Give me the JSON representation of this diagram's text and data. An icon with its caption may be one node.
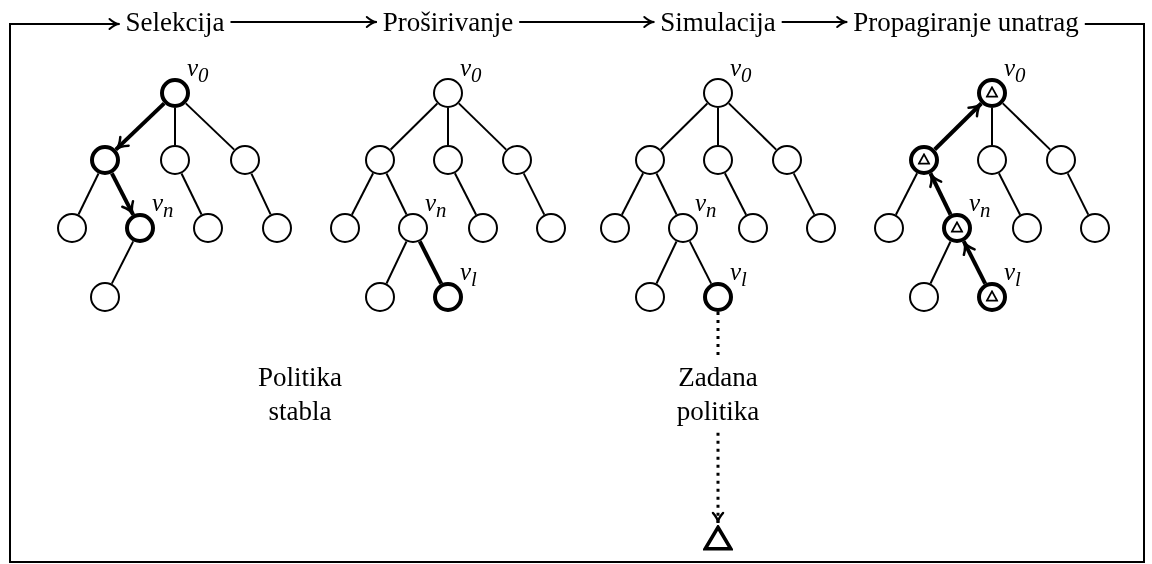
{
  "diagram": {
    "nodes": [
      {
        "text": [
          "Selekcija"
        ]
      },
      {
        "text": [
          "Proširivanje"
        ]
      },
      {
        "text": [
          "Simulacija"
        ]
      },
      {
        "text": [
          "Propagiranje unatrag"
        ]
      },
      {
        "text": [],
        "shape": "circle",
        "beside": [
          "v$_{0}$"
        ]
      },
      {
        "text": [],
        "shape": "circle"
      },
      {
        "text": [],
        "shape": "circle"
      },
      {
        "text": [],
        "shape": "circle"
      },
      {
        "text": [],
        "shape": "circle"
      },
      {
        "text": [],
        "shape": "circle",
        "beside": [
          "v$_{n}$"
        ]
      },
      {
        "text": [],
        "shape": "circle"
      },
      {
        "text": [],
        "shape": "circle"
      },
      {
        "text": [],
        "shape": "circle"
      },
      {
        "text": [],
        "shape": "circle",
        "beside": [
          "v$_{0}$"
        ]
      },
      {
        "text": [],
        "shape": "circle"
      },
      {
        "text": [],
        "shape": "circle"
      },
      {
        "text": [],
        "shape": "circle"
      },
      {
        "text": [],
        "shape": "circle"
      },
      {
        "text": [],
        "shape": "circle",
        "beside": [
          "v$_{n}$"
        ]
      },
      {
        "text": [],
        "shape": "circle"
      },
      {
        "text": [],
        "shape": "circle"
      },
      {
        "text": [],
        "shape": "circle"
      },
      {
        "text": [],
        "shape": "circle",
        "beside": [
          "v$_{l}$"
        ]
      },
      {
        "text": [],
        "shape": "circle",
        "beside": [
          "v$_{0}$"
        ]
      },
      {
        "text": [],
        "shape": "circle"
      },
      {
        "text": [],
        "shape": "circle"
      },
      {
        "text": [],
        "shape": "circle"
      },
      {
        "text": [],
        "shape": "circle"
      },
      {
        "text": [],
        "shape": "circle",
        "beside": [
          "v$_{n}$"
        ]
      },
      {
        "text": [],
        "shape": "circle"
      },
      {
        "text": [],
        "shape": "circle"
      },
      {
        "text": [],
        "shape": "circle"
      },
      {
        "text": [],
        "shape": "circle",
        "beside": [
          "v$_{l}$"
        ]
      },
      {
        "text": [
          "Zadana politika"
        ]
      },
      {
        "text": [],
        "shape": "triangle"
      },
      {
        "text": [],
        "shape": "circle",
        "beside": [
          "v$_{0}$"
        ]
      },
      {
        "text": [],
        "shape": "circle"
      },
      {
        "text": [],
        "shape": "circle"
      },
      {
        "text": [],
        "shape": "circle"
      },
      {
        "text": [],
        "shape": "circle"
      },
      {
        "text": [],
        "shape": "circle",
        "beside": [
          "v$_{n}$"
        ]
      },
      {
        "text": [],
        "shape": "circle"
      },
      {
        "text": [],
        "shape": "circle"
      },
      {
        "text": [],
        "shape": "circle"
      },
      {
        "text": [],
        "shape": "circle",
        "beside": [
          "v$_{l}$"
        ]
      },
      {
        "text": [],
        "shape": "triangle",
        "in": 35
      },
      {
        "text": [],
        "shape": "triangle",
        "in": 36
      },
      {
        "text": [],
        "shape": "triangle",
        "in": 40
      },
      {
        "text": [],
        "shape": "triangle",
        "in": 44
      }
    ],
    "edges": [
      {
        "from": 0,
        "to": 1,
        "arrow": "to"
      },
      {
        "from": 1,
        "to": 2,
        "arrow": "to"
      },
      {
        "from": 2,
        "to": 3,
        "arrow": "to"
      },
      {
        "from": 3,
        "to": 0,
        "arrow": "to"
      },
      {
        "from": 4,
        "to": 5,
        "arrow": "to",
        "style": "thick"
      },
      {
        "from": 4,
        "to": 6,
        "arrow": "none"
      },
      {
        "from": 4,
        "to": 7,
        "arrow": "none"
      },
      {
        "from": 5,
        "to": 8,
        "arrow": "none"
      },
      {
        "from": 5,
        "to": 9,
        "arrow": "to",
        "style": "thick"
      },
      {
        "from": 6,
        "to": 10,
        "arrow": "none"
      },
      {
        "from": 7,
        "to": 11,
        "arrow": "none"
      },
      {
        "from": 9,
        "to": 12,
        "arrow": "none"
      },
      {
        "from": 13,
        "to": 14,
        "arrow": "none"
      },
      {
        "from": 13,
        "to": 15,
        "arrow": "none"
      },
      {
        "from": 13,
        "to": 16,
        "arrow": "none"
      },
      {
        "from": 14,
        "to": 17,
        "arrow": "none"
      },
      {
        "from": 14,
        "to": 18,
        "arrow": "none"
      },
      {
        "from": 15,
        "to": 19,
        "arrow": "none"
      },
      {
        "from": 16,
        "to": 20,
        "arrow": "none"
      },
      {
        "from": 18,
        "to": 21,
        "arrow": "none"
      },
      {
        "from": 18,
        "to": 22,
        "arrow": "none",
        "style": "thick"
      },
      {
        "from": 23,
        "to": 24,
        "arrow": "none"
      },
      {
        "from": 23,
        "to": 25,
        "arrow": "none"
      },
      {
        "from": 23,
        "to": 26,
        "arrow": "none"
      },
      {
        "from": 24,
        "to": 27,
        "arrow": "none"
      },
      {
        "from": 24,
        "to": 28,
        "arrow": "none"
      },
      {
        "from": 25,
        "to": 29,
        "arrow": "none"
      },
      {
        "from": 26,
        "to": 30,
        "arrow": "none"
      },
      {
        "from": 28,
        "to": 31,
        "arrow": "none"
      },
      {
        "from": 28,
        "to": 32,
        "arrow": "none"
      },
      {
        "from": 32,
        "to": 33,
        "arrow": "none",
        "style": "dashed"
      },
      {
        "from": 33,
        "to": 34,
        "arrow": "to",
        "style": "dashed"
      },
      {
        "from": 36,
        "to": 35,
        "arrow": "to",
        "style": "thick"
      },
      {
        "from": 35,
        "to": 37,
        "arrow": "none"
      },
      {
        "from": 35,
        "to": 38,
        "arrow": "none"
      },
      {
        "from": 36,
        "to": 39,
        "arrow": "none"
      },
      {
        "from": 40,
        "to": 36,
        "arrow": "to",
        "style": "thick"
      },
      {
        "from": 37,
        "to": 41,
        "arrow": "none"
      },
      {
        "from": 38,
        "to": 42,
        "arrow": "none"
      },
      {
        "from": 40,
        "to": 43,
        "arrow": "none"
      },
      {
        "from": 44,
        "to": 40,
        "arrow": "to",
        "style": "thick"
      }
    ],
    "labels": [
      "Politika stabla"
    ]
  }
}
